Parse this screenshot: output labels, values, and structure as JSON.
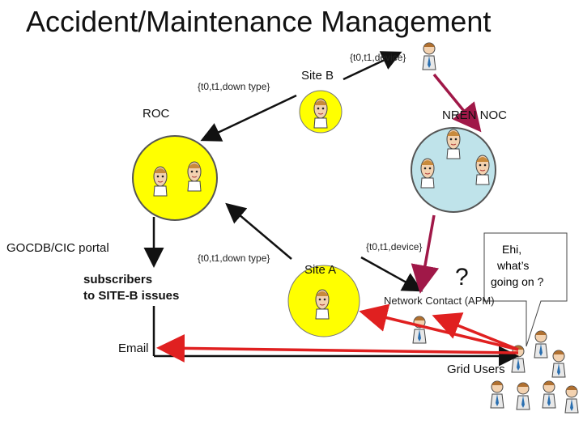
{
  "title": "Accident/Maintenance Management",
  "nodes": {
    "roc": "ROC",
    "site_b": "Site B",
    "nren_noc": "NREN NOC",
    "site_a": "Site A",
    "gocdb": "GOCDB/CIC portal",
    "subscribers_line1": "subscribers",
    "subscribers_line2": "to SITE-B issues",
    "email": "Email",
    "grid_users": "Grid Users",
    "network_contact": "Network Contact (APM)"
  },
  "messages": {
    "siteb_device": "{t0,t1,device}",
    "siteb_downtype": "{t0,t1,down type}",
    "sitea_downtype": "{t0,t1,down type}",
    "sitea_device": "{t0,t1,device}"
  },
  "callout": {
    "line1": "Ehi,",
    "line2": "what’s",
    "line3": "going on ?"
  },
  "question": "?",
  "colors": {
    "roc_fill": "#ffff00",
    "noc_fill": "#bfe3ea",
    "site_fill": "#ffff00",
    "arrow_red": "#e02020",
    "arrow_maroon": "#a01848",
    "arrow_black": "#111111"
  }
}
